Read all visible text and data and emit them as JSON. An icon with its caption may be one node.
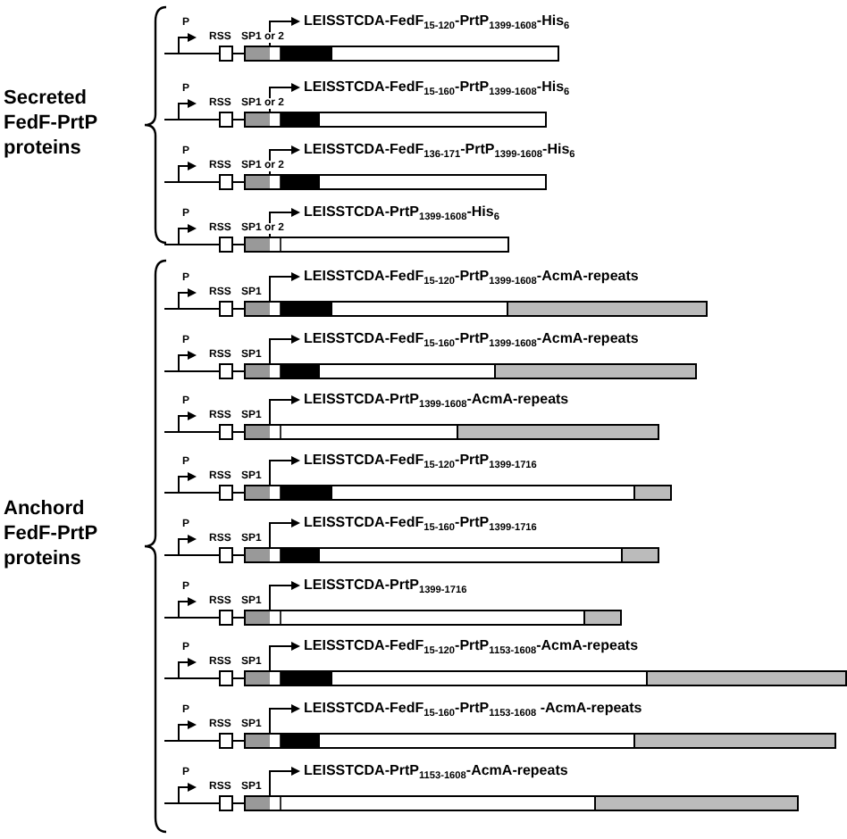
{
  "diagram": {
    "labels": [
      "Secreted FedF-PrtP proteins",
      "P",
      "RSS",
      "SP1 or 2",
      "LEISSTCDA-FedF$_{15-120}$-PrtP$_{1399-1608}$-His$_{6}$",
      "P",
      "RSS",
      "SP1 or 2",
      "LEISSTCDA-FedF$_{15-160}$-PrtP$_{1399-1608}$-His$_{6}$",
      "P",
      "RSS",
      "SP1 or 2",
      "LEISSTCDA-FedF$_{136-171}$-PrtP$_{1399-1608}$-His$_{6}$",
      "P",
      "RSS",
      "SP1 or 2",
      "LEISSTCDA-PrtP$_{1399-1608}$-His$_{6}$",
      "Anchord FedF-PrtP proteins",
      "P",
      "RSS",
      "SP1",
      "LEISSTCDA-FedF$_{15-120}$-PrtP$_{1399-1608}$-AcmA-repeats",
      "P",
      "RSS",
      "SP1",
      "LEISSTCDA-FedF$_{15-160}$-PrtP$_{1399-1608}$-AcmA-repeats",
      "P",
      "RSS",
      "SP1",
      "LEISSTCDA-PrtP$_{1399-1608}$-AcmA-repeats",
      "P",
      "RSS",
      "SP1",
      "LEISSTCDA-FedF$_{15-120}$-PrtP$_{1399-1716}$",
      "P",
      "RSS",
      "SP1",
      "LEISSTCDA-FedF$_{15-160}$-PrtP$_{1399-1716}$",
      "P",
      "RSS",
      "SP1",
      "LEISSTCDA-PrtP$_{1399-1716}$",
      "P",
      "RSS",
      "SP1",
      "LEISSTCDA-FedF$_{15-120}$-PrtP$_{1153-1608}$-AcmA-repeats",
      "P",
      "RSS",
      "SP1",
      "LEISSTCDA-FedF$_{15-160}$-PrtP$_{1153-1608}$ -AcmA-repeats",
      "P",
      "RSS",
      "SP1",
      "LEISSTCDA-PrtP$_{1153-1608}$-AcmA-repeats"
    ]
  }
}
